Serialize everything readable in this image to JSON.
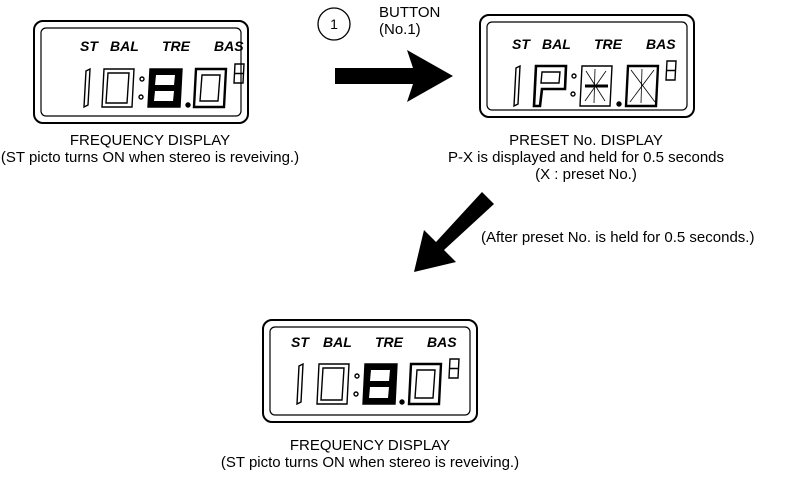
{
  "step": {
    "number": "1",
    "button_label_line1": "BUTTON",
    "button_label_line2": "(No.1)"
  },
  "transition_note": "(After preset No. is held for 0.5 seconds.)",
  "displays": [
    {
      "id": "frequency-display-1",
      "pictos": [
        "ST",
        "BAL",
        "TRE",
        "BAS"
      ],
      "digits_shown": "1 0 : 8 . 0",
      "caption_line1": "FREQUENCY DISPLAY",
      "caption_line2": "(ST picto turns ON when stereo is reveiving.)",
      "caption_line3": ""
    },
    {
      "id": "preset-display",
      "pictos": [
        "ST",
        "BAL",
        "TRE",
        "BAS"
      ],
      "digits_shown": "P - X",
      "caption_line1": "PRESET No. DISPLAY",
      "caption_line2": "P-X is displayed and held for 0.5 seconds",
      "caption_line3": "(X : preset No.)"
    },
    {
      "id": "frequency-display-2",
      "pictos": [
        "ST",
        "BAL",
        "TRE",
        "BAS"
      ],
      "digits_shown": "1 0 : 8 . 0",
      "caption_line1": "FREQUENCY DISPLAY",
      "caption_line2": "(ST picto turns ON when stereo is reveiving.)",
      "caption_line3": ""
    }
  ]
}
